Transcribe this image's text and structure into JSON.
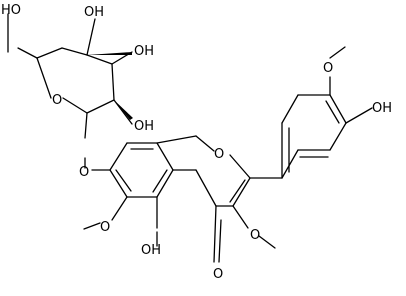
{
  "atom_labels": {
    "ho_top": "HO",
    "oh_top": "OH",
    "oh_mid": "OH",
    "oh_low": "OH",
    "o_ring_sugar": "O",
    "o_glycosidic": "O",
    "o_ring_chromone": "O",
    "o_methoxy_top": "O",
    "oh_phenol": "OH",
    "o_methoxy_6": "O",
    "o_methoxy_3": "O",
    "oh_5": "OH",
    "o_carbonyl": "O"
  },
  "colors": {
    "ink": "#000000",
    "background": "#ffffff"
  }
}
